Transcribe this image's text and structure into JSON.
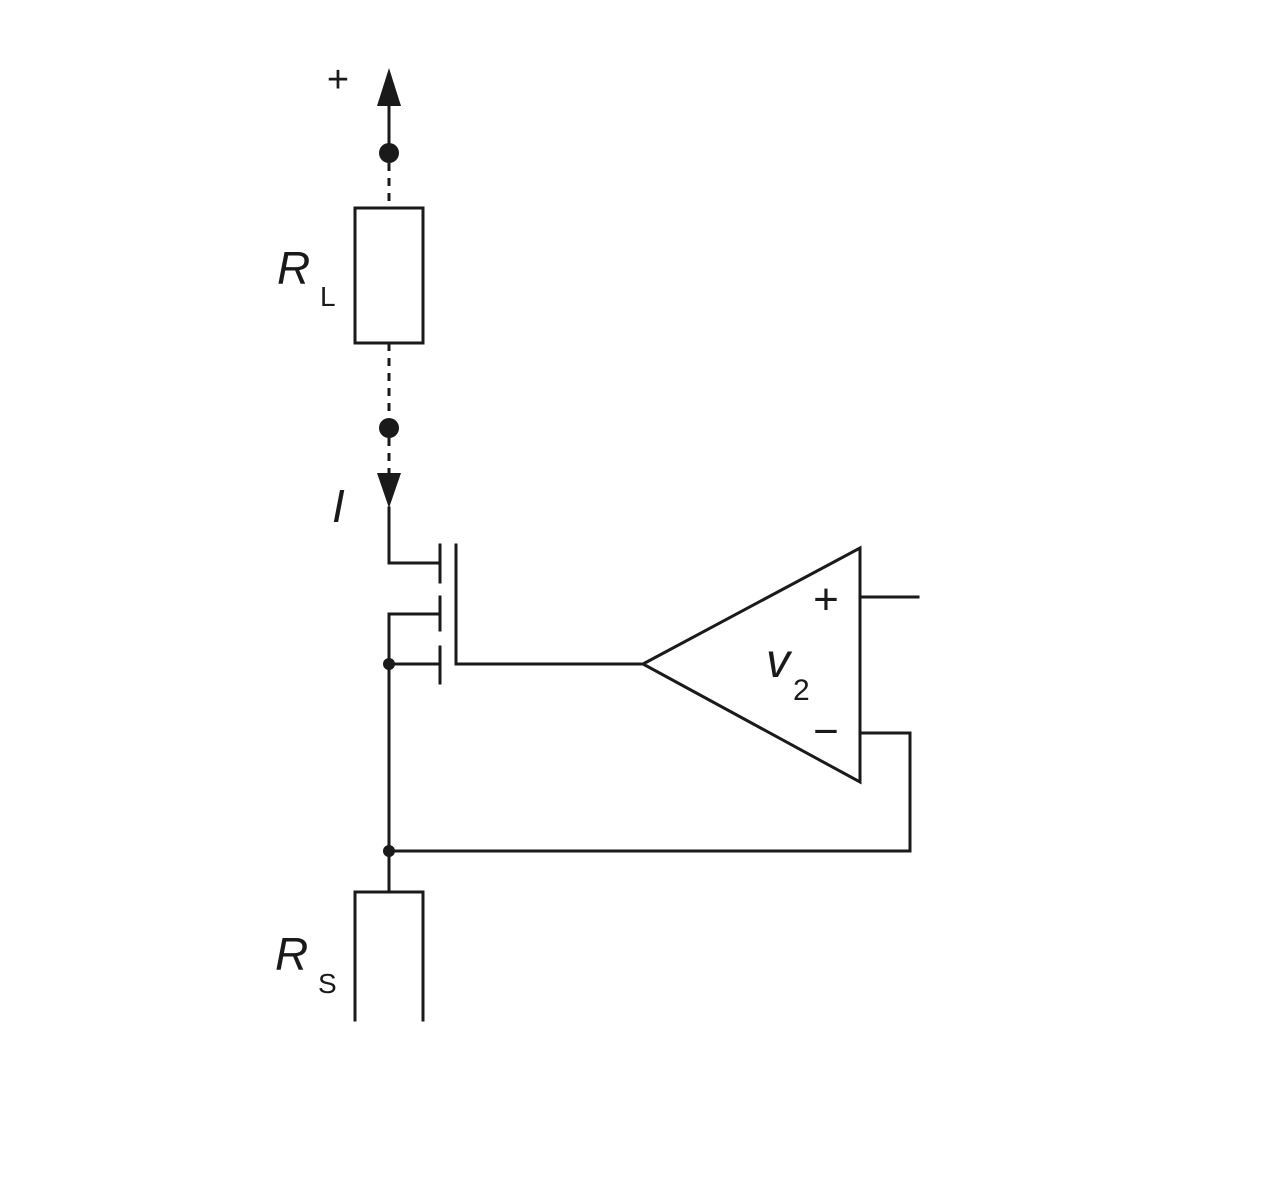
{
  "labels": {
    "supply_plus": "+",
    "load_resistor": {
      "main": "R",
      "sub": "L"
    },
    "current": "I",
    "sense_resistor": {
      "main": "R",
      "sub": "S"
    },
    "opamp_plus": "+",
    "opamp_minus": "−",
    "opamp_name": {
      "main": "v",
      "sub": "2"
    }
  }
}
